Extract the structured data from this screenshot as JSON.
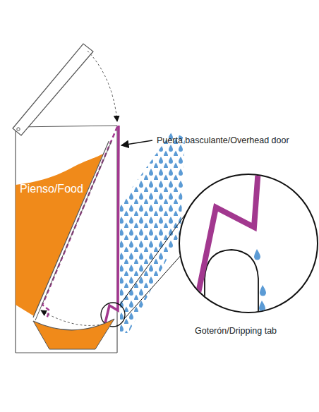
{
  "diagram": {
    "nodes": [
      {
        "text": [
          "Pienso/Food"
        ]
      }
    ],
    "labels": [
      "Puerta basculante/Overhead door",
      "Goterón/Dripping tab"
    ]
  }
}
